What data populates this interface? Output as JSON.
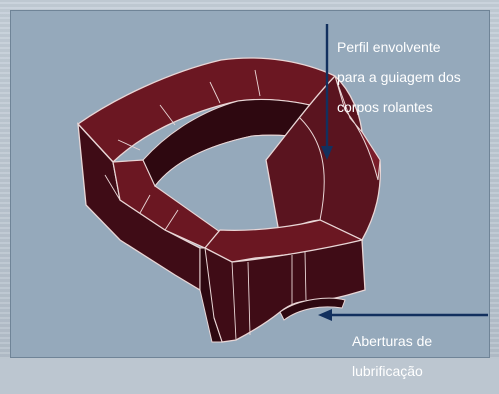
{
  "annotations": {
    "guide_profile": {
      "lines": [
        "Perfil envolvente",
        "para a guiagem dos",
        "corpos rolantes"
      ]
    },
    "lubrication": {
      "lines": [
        "Aberturas de",
        "lubrificação"
      ]
    }
  },
  "colors": {
    "panel": "#95a9bb",
    "body_dark": "#3f0c16",
    "body_mid": "#5a141f",
    "body_light": "#7a1d2a",
    "edge": "#e9d6d6",
    "arrow": "#12305e"
  }
}
